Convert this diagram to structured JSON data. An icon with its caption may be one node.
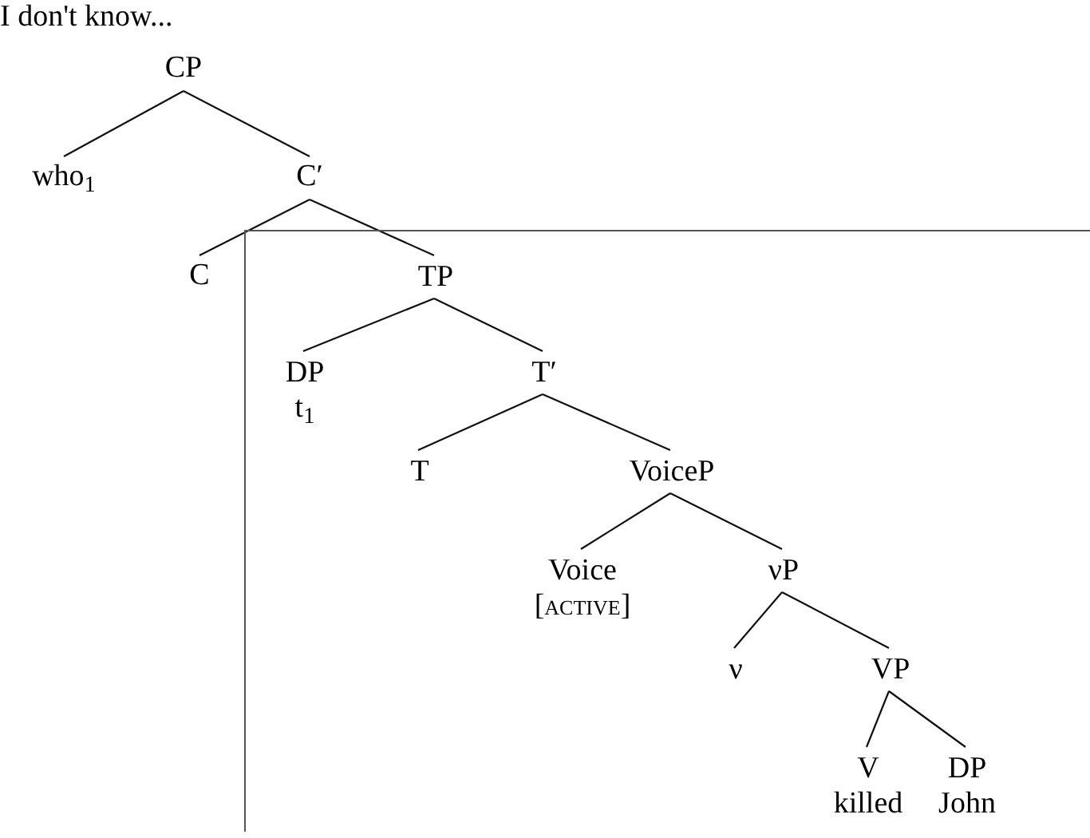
{
  "diagram": {
    "nodes": [
      {
        "text": [
          "CP"
        ]
      },
      {
        "text": [
          "who$_{1}$"
        ]
      },
      {
        "text": [
          "C′"
        ]
      },
      {
        "text": [
          "C"
        ]
      },
      {
        "text": [],
        "shape": "box"
      },
      {
        "text": [
          "TP"
        ],
        "in": 4
      },
      {
        "text": [
          "DP",
          "t$_{1}$"
        ],
        "in": 4
      },
      {
        "text": [
          "T′"
        ],
        "in": 4
      },
      {
        "text": [
          "T"
        ],
        "in": 4
      },
      {
        "text": [
          "VoiceP"
        ],
        "in": 4
      },
      {
        "text": [
          "Voice",
          "[active]"
        ],
        "in": 4
      },
      {
        "text": [
          "νP"
        ],
        "in": 4
      },
      {
        "text": [
          "ν"
        ],
        "in": 4
      },
      {
        "text": [
          "VP"
        ],
        "in": 4
      },
      {
        "text": [
          "V",
          "killed"
        ],
        "in": 4
      },
      {
        "text": [
          "DP",
          "John"
        ],
        "in": 4
      }
    ],
    "edges": [
      {
        "from": 0,
        "to": 1,
        "arrow": "none"
      },
      {
        "from": 0,
        "to": 2,
        "arrow": "none"
      },
      {
        "from": 2,
        "to": 3,
        "arrow": "none"
      },
      {
        "from": 2,
        "to": 5,
        "arrow": "none"
      },
      {
        "from": 5,
        "to": 6,
        "arrow": "none"
      },
      {
        "from": 5,
        "to": 7,
        "arrow": "none"
      },
      {
        "from": 7,
        "to": 8,
        "arrow": "none"
      },
      {
        "from": 7,
        "to": 9,
        "arrow": "none"
      },
      {
        "from": 9,
        "to": 10,
        "arrow": "none"
      },
      {
        "from": 9,
        "to": 11,
        "arrow": "none"
      },
      {
        "from": 11,
        "to": 12,
        "arrow": "none"
      },
      {
        "from": 11,
        "to": 13,
        "arrow": "none"
      },
      {
        "from": 13,
        "to": 14,
        "arrow": "none"
      },
      {
        "from": 13,
        "to": 15,
        "arrow": "none"
      }
    ],
    "labels": [
      "I don't know..."
    ]
  }
}
